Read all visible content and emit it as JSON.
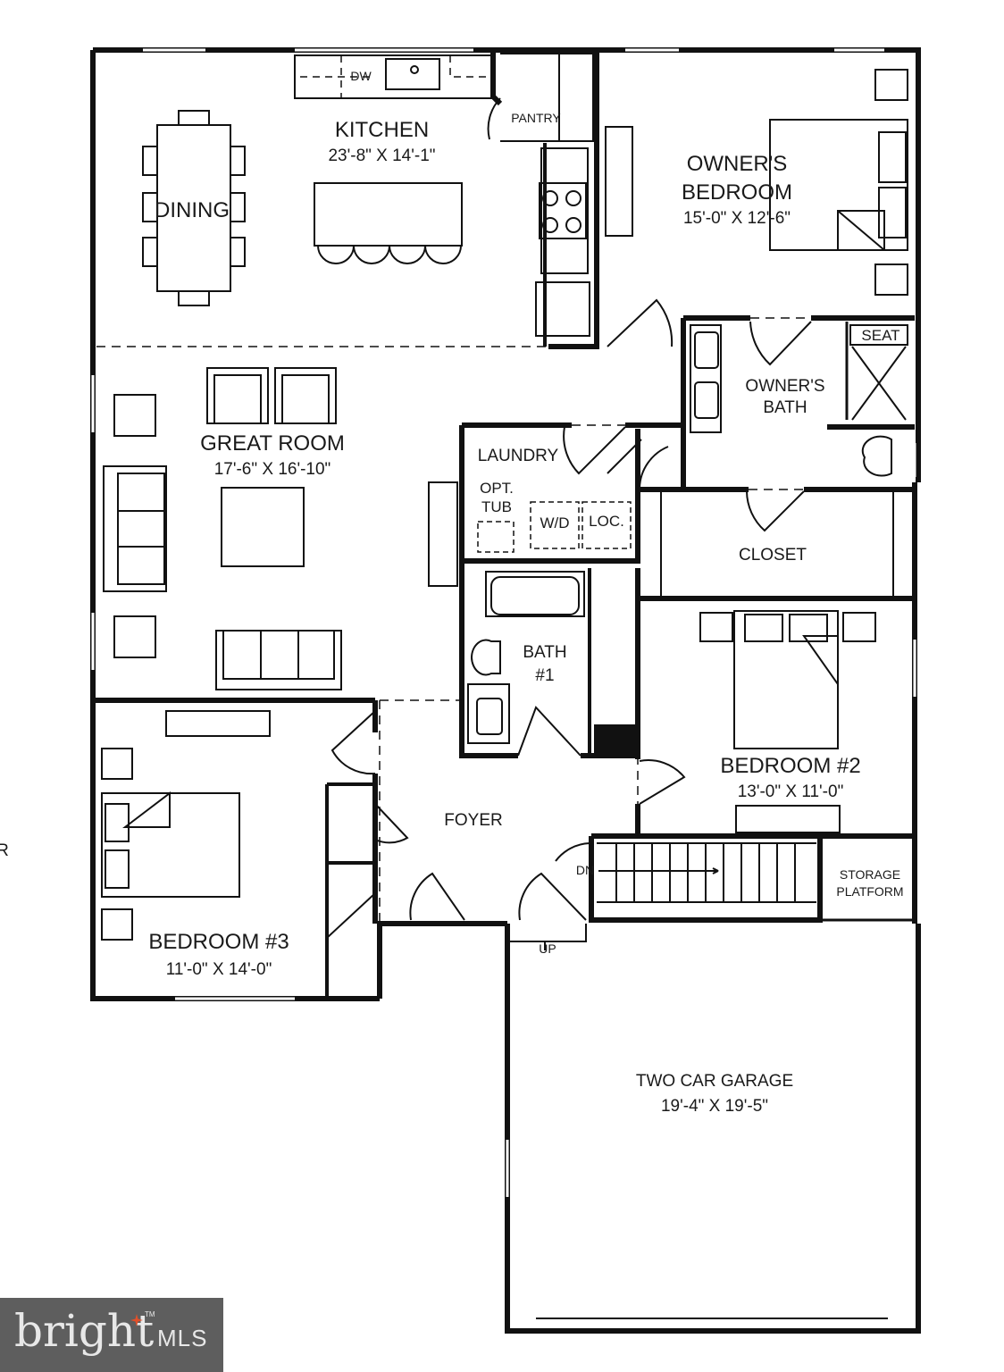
{
  "plan": {
    "rooms": [
      {
        "id": "kitchen",
        "name": "KITCHEN",
        "size": "23'-8\" X 14'-1\""
      },
      {
        "id": "dining",
        "name": "DINING",
        "size": ""
      },
      {
        "id": "pantry",
        "name": "PANTRY",
        "size": ""
      },
      {
        "id": "owners-bedroom",
        "name": "OWNER'S BEDROOM",
        "line1": "OWNER'S",
        "line2": "BEDROOM",
        "size": "15'-0\" X 12'-6\""
      },
      {
        "id": "owners-bath",
        "name": "OWNER'S BATH",
        "line1": "OWNER'S",
        "line2": "BATH",
        "size": ""
      },
      {
        "id": "great-room",
        "name": "GREAT ROOM",
        "size": "17'-6\" X 16'-10\""
      },
      {
        "id": "laundry",
        "name": "LAUNDRY",
        "size": ""
      },
      {
        "id": "closet",
        "name": "CLOSET",
        "size": ""
      },
      {
        "id": "bath-1",
        "name": "BATH #1",
        "line1": "BATH",
        "line2": "#1",
        "size": ""
      },
      {
        "id": "bedroom-2",
        "name": "BEDROOM #2",
        "size": "13'-0\" X 11'-0\""
      },
      {
        "id": "bedroom-3",
        "name": "BEDROOM #3",
        "size": "11'-0\" X 14'-0\""
      },
      {
        "id": "foyer",
        "name": "FOYER",
        "size": ""
      },
      {
        "id": "storage",
        "name": "STORAGE PLATFORM",
        "line1": "STORAGE",
        "line2": "PLATFORM",
        "size": ""
      },
      {
        "id": "garage",
        "name": "TWO CAR GARAGE",
        "size": "19'-4\" X 19'-5\""
      }
    ],
    "fixtures": {
      "dishwasher": "DW",
      "seat": "SEAT",
      "opt_tub_line1": "OPT.",
      "opt_tub_line2": "TUB",
      "washer_dryer": "W/D",
      "loc": "LOC.",
      "stair_down": "DN",
      "stair_up": "UP"
    },
    "cropped_edge_text": "R"
  },
  "logo": {
    "word": "bright",
    "suffix": "MLS",
    "trademark": "TM",
    "accent_color": "#e0502a"
  }
}
